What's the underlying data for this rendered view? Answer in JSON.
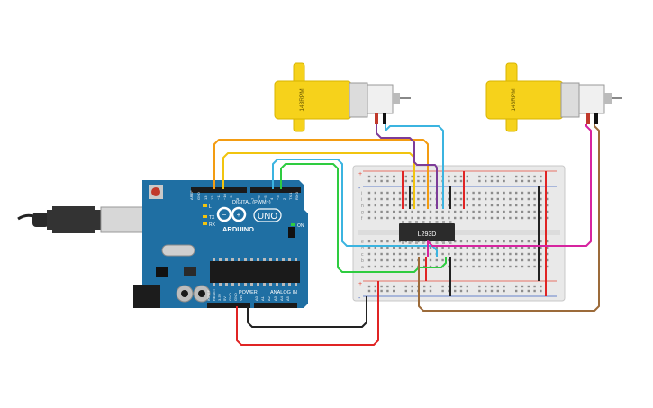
{
  "motors": [
    {
      "label": "143RPM"
    },
    {
      "label": "143RPM"
    }
  ],
  "chip": {
    "label": "L293D"
  },
  "arduino": {
    "brand": "ARDUINO",
    "model": "UNO",
    "digital_label": "DIGITAL (PWM~)",
    "power_label": "POWER",
    "analog_label": "ANALOG IN",
    "tx": "TX",
    "rx": "RX",
    "l": "L",
    "on": "ON",
    "aref": "AREF",
    "gnd": "GND",
    "digital_pins": [
      "13",
      "12",
      "~11",
      "~10",
      "~9",
      "8",
      "7",
      "~6",
      "~5",
      "4",
      "~3",
      "2",
      "TX 1",
      "RX 0"
    ],
    "power_pins": [
      "IOREF",
      "RESET",
      "3.3V",
      "5V",
      "GND",
      "GND",
      "Vin"
    ],
    "analog_pins": [
      "A0",
      "A1",
      "A2",
      "A3",
      "A4",
      "A5"
    ]
  },
  "breadboard": {
    "row_letters_top": [
      "j",
      "i",
      "h",
      "g",
      "f"
    ],
    "row_letters_bottom": [
      "e",
      "d",
      "c",
      "b",
      "a"
    ],
    "plus": "+",
    "minus": "-"
  },
  "colors": {
    "wire_orange": "#f39c12",
    "wire_yellow": "#f1c40f",
    "wire_green": "#2ecc40",
    "wire_blue": "#3bb4e0",
    "wire_purple": "#7d3c98",
    "wire_magenta": "#d6249f",
    "wire_brown": "#9c6b3a",
    "wire_red": "#e02424",
    "wire_black": "#222222",
    "arduino_board": "#1f6fa3",
    "motor_yellow": "#f6d21b"
  }
}
